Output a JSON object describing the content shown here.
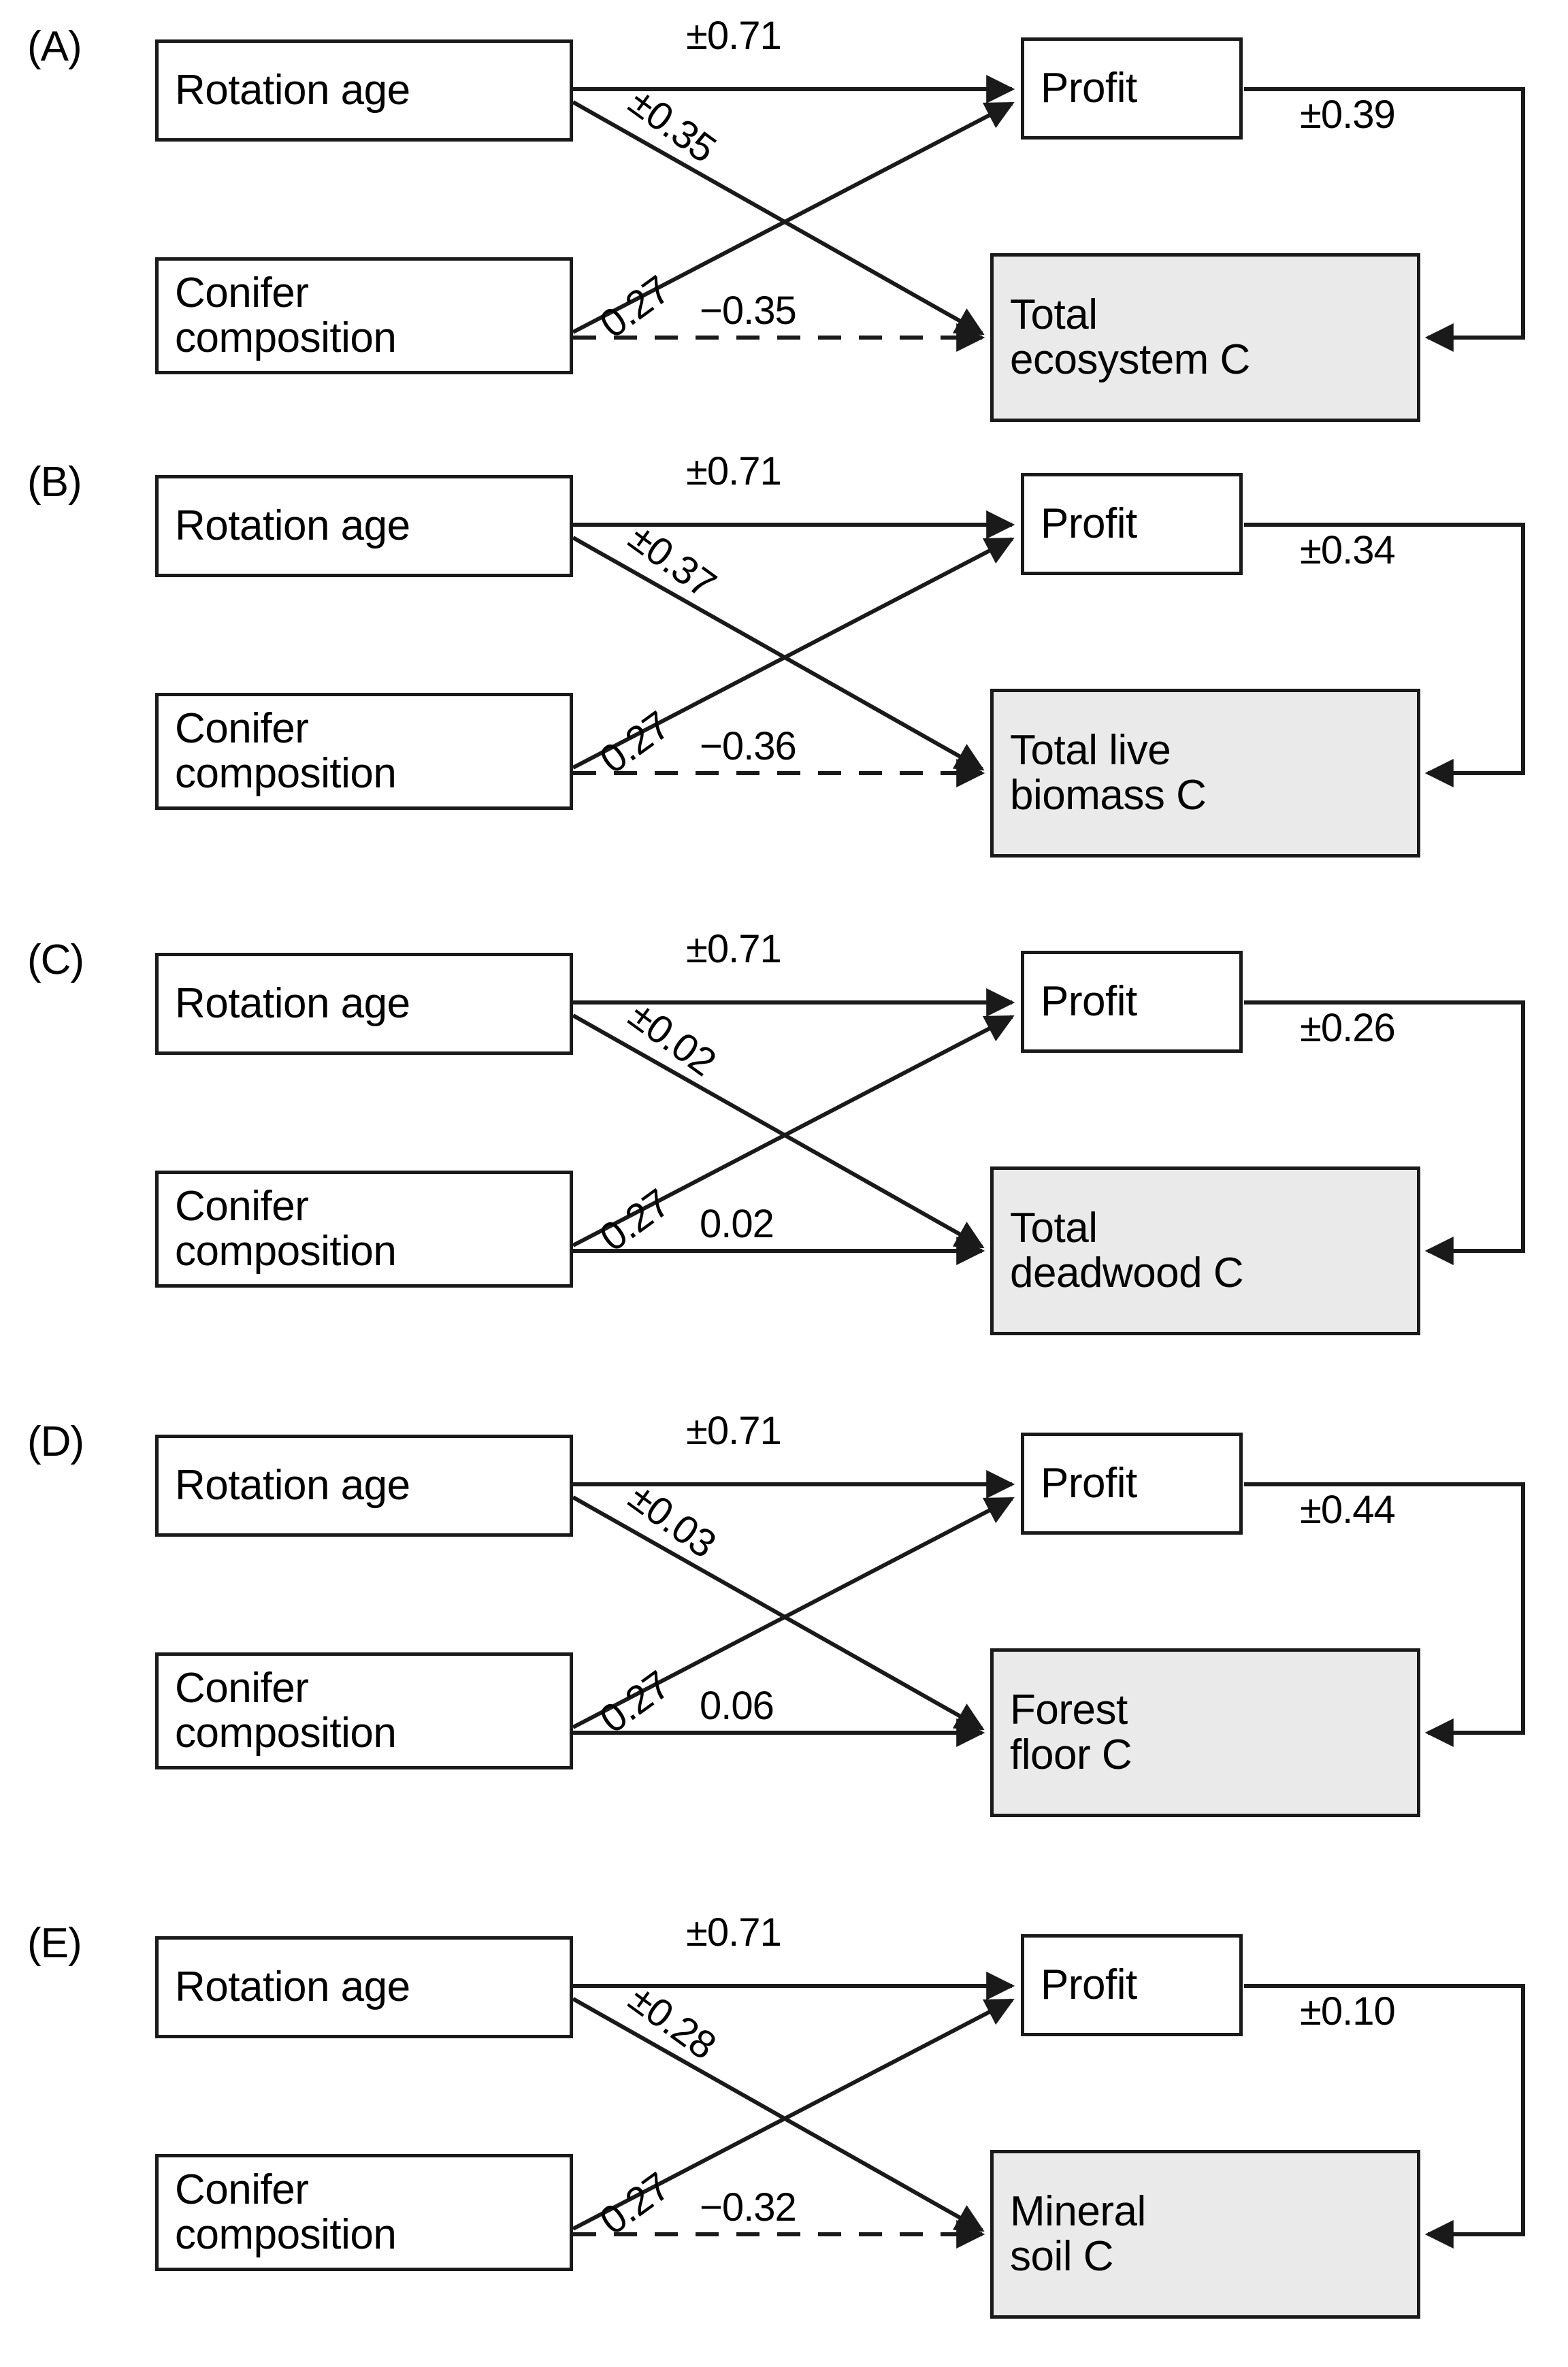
{
  "figure": {
    "node_rotation_label": "Rotation age",
    "node_conifer_label_line1": "Conifer",
    "node_conifer_label_line2": "composition",
    "node_profit_label": "Profit",
    "accent_shaded_fill": "#eaeaea",
    "line_color": "#1a1a1a"
  },
  "panels": [
    {
      "key": "A",
      "label": "(A)",
      "outcome_line1": "Total",
      "outcome_line2": "ecosystem C",
      "rotation_to_profit": "±0.71",
      "rotation_to_outcome": "±0.35",
      "conifer_to_profit": "0.27",
      "conifer_to_outcome": "−0.35",
      "conifer_to_outcome_style": "dashed",
      "profit_to_outcome": "±0.39"
    },
    {
      "key": "B",
      "label": "(B)",
      "outcome_line1": "Total live",
      "outcome_line2": "biomass C",
      "rotation_to_profit": "±0.71",
      "rotation_to_outcome": "±0.37",
      "conifer_to_profit": "0.27",
      "conifer_to_outcome": "−0.36",
      "conifer_to_outcome_style": "dashed",
      "profit_to_outcome": "±0.34"
    },
    {
      "key": "C",
      "label": "(C)",
      "outcome_line1": "Total",
      "outcome_line2": "deadwood C",
      "rotation_to_profit": "±0.71",
      "rotation_to_outcome": "±0.02",
      "conifer_to_profit": "0.27",
      "conifer_to_outcome": "0.02",
      "conifer_to_outcome_style": "solid",
      "profit_to_outcome": "±0.26"
    },
    {
      "key": "D",
      "label": "(D)",
      "outcome_line1": "Forest",
      "outcome_line2": "floor C",
      "rotation_to_profit": "±0.71",
      "rotation_to_outcome": "±0.03",
      "conifer_to_profit": "0.27",
      "conifer_to_outcome": "0.06",
      "conifer_to_outcome_style": "solid",
      "profit_to_outcome": "±0.44"
    },
    {
      "key": "E",
      "label": "(E)",
      "outcome_line1": "Mineral",
      "outcome_line2": "soil C",
      "rotation_to_profit": "±0.71",
      "rotation_to_outcome": "±0.28",
      "conifer_to_profit": "0.27",
      "conifer_to_outcome": "−0.32",
      "conifer_to_outcome_style": "dashed",
      "profit_to_outcome": "±0.10"
    }
  ],
  "chart_data": {
    "type": "diagram",
    "title": "",
    "description": "Five structural equation model path diagrams (A-E) relating Rotation age and Conifer composition to Profit and a carbon pool outcome.",
    "nodes": [
      "Rotation age",
      "Conifer composition",
      "Profit",
      "carbon outcome"
    ],
    "panels": [
      {
        "panel": "A",
        "outcome": "Total ecosystem C",
        "paths": [
          {
            "from": "Rotation age",
            "to": "Profit",
            "coef": "±0.71",
            "style": "solid"
          },
          {
            "from": "Rotation age",
            "to": "Total ecosystem C",
            "coef": "±0.35",
            "style": "solid"
          },
          {
            "from": "Conifer composition",
            "to": "Profit",
            "coef": "0.27",
            "style": "solid"
          },
          {
            "from": "Conifer composition",
            "to": "Total ecosystem C",
            "coef": "−0.35",
            "style": "dashed"
          },
          {
            "from": "Profit",
            "to": "Total ecosystem C",
            "coef": "±0.39",
            "style": "solid"
          }
        ]
      },
      {
        "panel": "B",
        "outcome": "Total live biomass C",
        "paths": [
          {
            "from": "Rotation age",
            "to": "Profit",
            "coef": "±0.71",
            "style": "solid"
          },
          {
            "from": "Rotation age",
            "to": "Total live biomass C",
            "coef": "±0.37",
            "style": "solid"
          },
          {
            "from": "Conifer composition",
            "to": "Profit",
            "coef": "0.27",
            "style": "solid"
          },
          {
            "from": "Conifer composition",
            "to": "Total live biomass C",
            "coef": "−0.36",
            "style": "dashed"
          },
          {
            "from": "Profit",
            "to": "Total live biomass C",
            "coef": "±0.34",
            "style": "solid"
          }
        ]
      },
      {
        "panel": "C",
        "outcome": "Total deadwood C",
        "paths": [
          {
            "from": "Rotation age",
            "to": "Profit",
            "coef": "±0.71",
            "style": "solid"
          },
          {
            "from": "Rotation age",
            "to": "Total deadwood C",
            "coef": "±0.02",
            "style": "solid"
          },
          {
            "from": "Conifer composition",
            "to": "Profit",
            "coef": "0.27",
            "style": "solid"
          },
          {
            "from": "Conifer composition",
            "to": "Total deadwood C",
            "coef": "0.02",
            "style": "solid"
          },
          {
            "from": "Profit",
            "to": "Total deadwood C",
            "coef": "±0.26",
            "style": "solid"
          }
        ]
      },
      {
        "panel": "D",
        "outcome": "Forest floor C",
        "paths": [
          {
            "from": "Rotation age",
            "to": "Profit",
            "coef": "±0.71",
            "style": "solid"
          },
          {
            "from": "Rotation age",
            "to": "Forest floor C",
            "coef": "±0.03",
            "style": "solid"
          },
          {
            "from": "Conifer composition",
            "to": "Profit",
            "coef": "0.27",
            "style": "solid"
          },
          {
            "from": "Conifer composition",
            "to": "Forest floor C",
            "coef": "0.06",
            "style": "solid"
          },
          {
            "from": "Profit",
            "to": "Forest floor C",
            "coef": "±0.44",
            "style": "solid"
          }
        ]
      },
      {
        "panel": "E",
        "outcome": "Mineral soil C",
        "paths": [
          {
            "from": "Rotation age",
            "to": "Profit",
            "coef": "±0.71",
            "style": "solid"
          },
          {
            "from": "Rotation age",
            "to": "Mineral soil C",
            "coef": "±0.28",
            "style": "solid"
          },
          {
            "from": "Conifer composition",
            "to": "Profit",
            "coef": "0.27",
            "style": "solid"
          },
          {
            "from": "Conifer composition",
            "to": "Mineral soil C",
            "coef": "−0.32",
            "style": "dashed"
          },
          {
            "from": "Profit",
            "to": "Mineral soil C",
            "coef": "±0.10",
            "style": "solid"
          }
        ]
      }
    ]
  }
}
